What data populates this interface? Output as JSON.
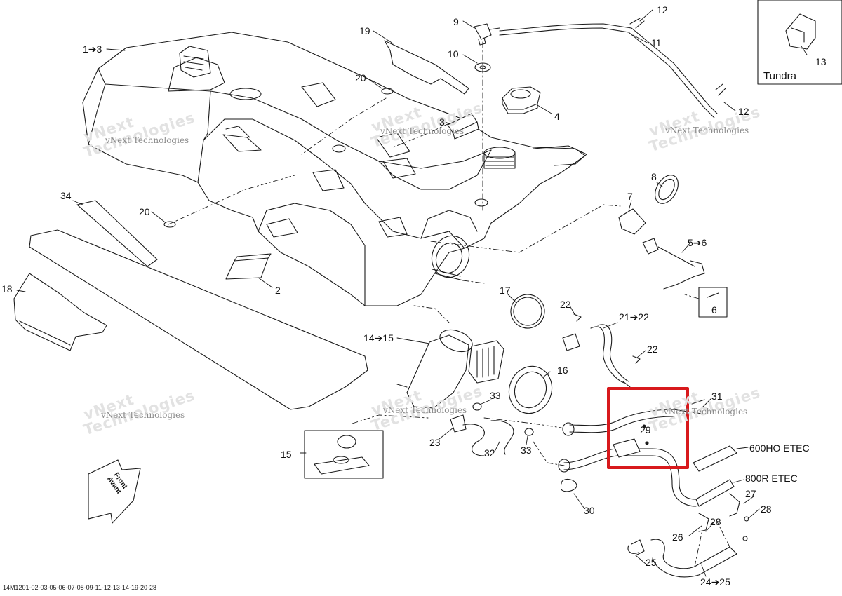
{
  "diagram_id": "14M1201-02-03-05-06-07-08-09-11-12-13-14-19-20-28",
  "inset": {
    "label": "Tundra",
    "part": "13"
  },
  "front_arrow": {
    "line1": "Front",
    "line2": "Avant"
  },
  "watermark": {
    "brand": "vNext Technologies",
    "big_line1": "vNext",
    "big_line2": "Technologies"
  },
  "highlight_color": "#d8191c",
  "parts": {
    "p1_3": "1➔3",
    "p2": "2",
    "p3": "3",
    "p4": "4",
    "p5_6": "5➔6",
    "p6": "6",
    "p7": "7",
    "p8": "8",
    "p9": "9",
    "p10": "10",
    "p11": "11",
    "p12a": "12",
    "p12b": "12",
    "p14_15": "14➔15",
    "p15": "15",
    "p16": "16",
    "p17": "17",
    "p18": "18",
    "p19": "19",
    "p20a": "20",
    "p20b": "20",
    "p21_22": "21➔22",
    "p22a": "22",
    "p22b": "22",
    "p23": "23",
    "p24_25": "24➔25",
    "p25": "25",
    "p26": "26",
    "p27": "27",
    "p28a": "28",
    "p28b": "28",
    "p29": "29",
    "p30": "30",
    "p31": "31",
    "p32": "32",
    "p33a": "33",
    "p33b": "33",
    "p34": "34"
  },
  "variants": {
    "v600": "600HO ETEC",
    "v800": "800R ETEC"
  }
}
